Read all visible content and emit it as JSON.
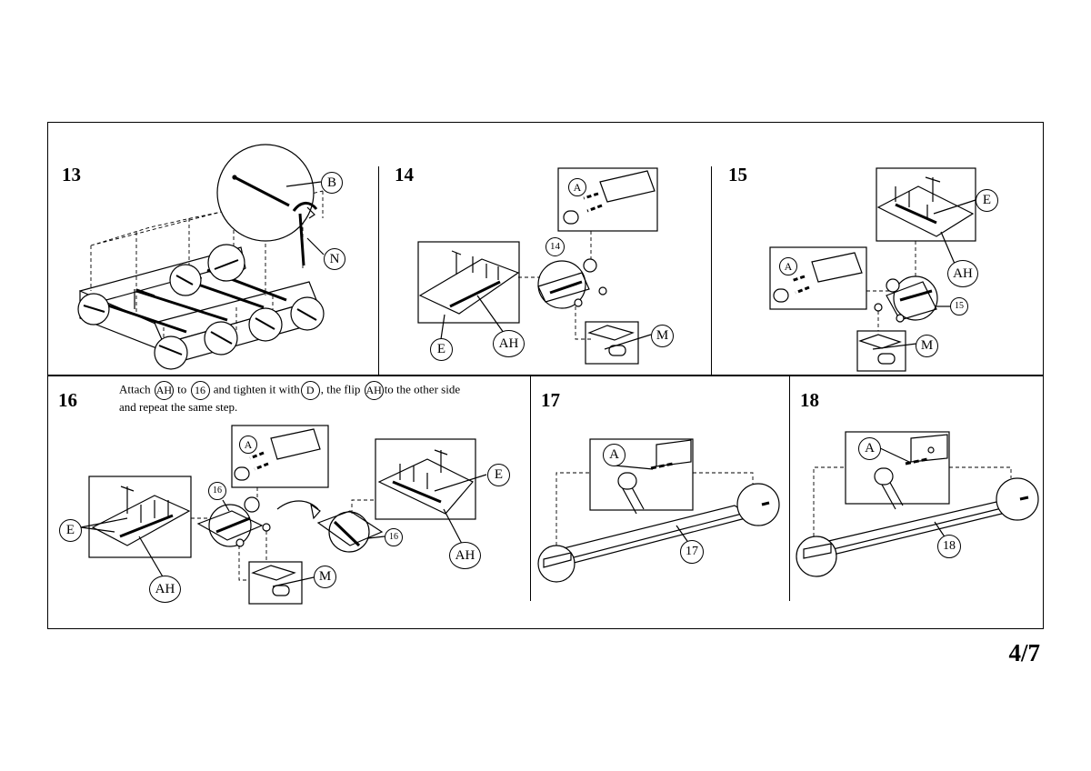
{
  "page_number": "4/7",
  "steps": [
    {
      "number": "13",
      "callouts": [
        "B",
        "N"
      ]
    },
    {
      "number": "14",
      "callouts": [
        "A",
        "14",
        "M",
        "E",
        "AH"
      ]
    },
    {
      "number": "15",
      "callouts": [
        "E",
        "AH",
        "A",
        "15",
        "M"
      ]
    },
    {
      "number": "16",
      "instruction": {
        "t1": "Attach",
        "c1": "AH",
        "t2": "to",
        "c2": "16",
        "t3": "and tighten it with",
        "c3": "D",
        "t4": ", the flip",
        "c4": "AH",
        "t5": "to the other side",
        "line2": "and repeat the same step."
      },
      "callouts": [
        "A",
        "16",
        "E",
        "AH",
        "M",
        "16",
        "E",
        "AH"
      ]
    },
    {
      "number": "17",
      "callouts": [
        "A",
        "17"
      ]
    },
    {
      "number": "18",
      "callouts": [
        "A",
        "18"
      ]
    }
  ]
}
